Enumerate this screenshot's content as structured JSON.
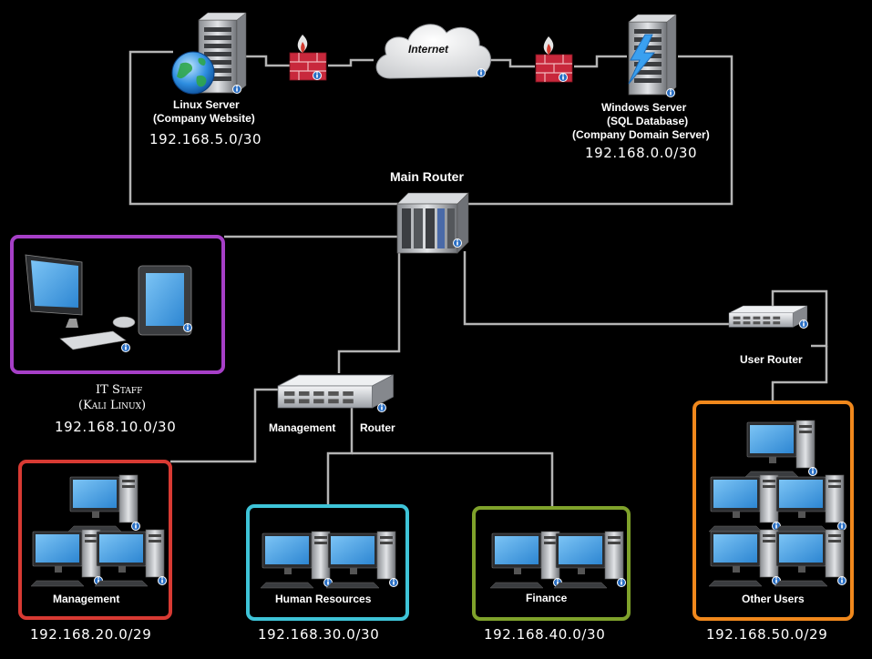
{
  "internet": {
    "label": "Internet"
  },
  "linux_server": {
    "name": "Linux Server",
    "role": "(Company Website)",
    "ip": "192.168.5.0/30"
  },
  "windows_server": {
    "name": "Windows Server",
    "role1": "(SQL Database)",
    "role2": "(Company Domain Server)",
    "ip": "192.168.0.0/30"
  },
  "main_router": {
    "label": "Main Router"
  },
  "user_router": {
    "label": "User Router"
  },
  "management_router": {
    "label_left": "Management",
    "label_right": "Router"
  },
  "it_staff": {
    "title": "IT Staff",
    "subtitle": "(Kali Linux)",
    "ip": "192.168.10.0/30"
  },
  "groups": {
    "management": {
      "label": "Management",
      "ip": "192.168.20.0/29"
    },
    "hr": {
      "label": "Human Resources",
      "ip": "192.168.30.0/30"
    },
    "finance": {
      "label": "Finance",
      "ip": "192.168.40.0/30"
    },
    "other": {
      "label": "Other Users",
      "ip": "192.168.50.0/29"
    }
  },
  "colors": {
    "link": "#b4b4b4",
    "it_border": "#a63fc7",
    "management_border": "#d83a33",
    "hr_border": "#3ec4d8",
    "finance_border": "#7fa22b",
    "other_border": "#f0881c",
    "screen": "#4aa3e8",
    "firewall": "#c8283c"
  }
}
